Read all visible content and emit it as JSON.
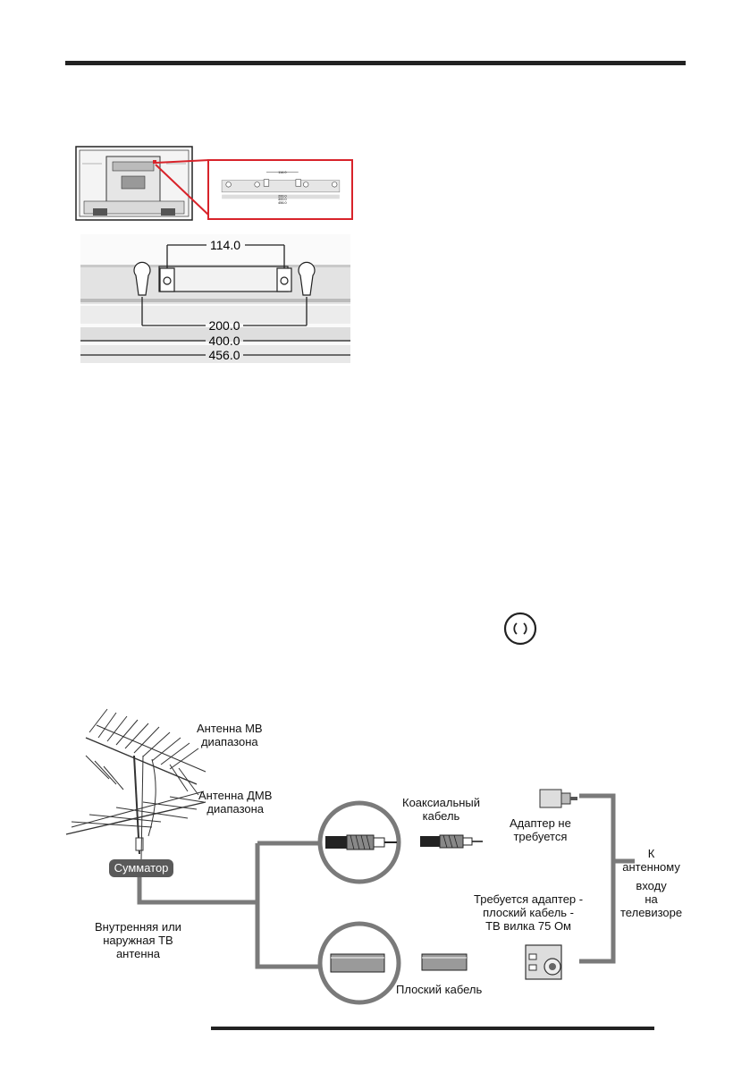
{
  "mount_drawing": {
    "dims": [
      "114.0",
      "200.0",
      "400.0",
      "456.0"
    ],
    "thumb_dims": [
      "114.0",
      "200.0",
      "400.0",
      "456.0"
    ]
  },
  "antenna_diagram": {
    "mv_antenna": [
      "Антенна МВ",
      "диапазона"
    ],
    "dmv_antenna": [
      "Антенна ДМВ",
      "диапазона"
    ],
    "summator": "Сумматор",
    "tv_antenna": [
      "Внутренняя или",
      "наружная ТВ",
      "антенна"
    ],
    "coax_cable": [
      "Коаксиальный",
      "кабель"
    ],
    "no_adapter": [
      "Адаптер не",
      "требуется"
    ],
    "adapter_required": [
      "Требуется адаптер -",
      "плоский кабель -",
      "ТВ вилка 75 Ом"
    ],
    "flat_cable": "Плоский кабель",
    "tv_input": [
      "К",
      "антенному",
      "входу",
      "на",
      "телевизоре"
    ]
  },
  "colors": {
    "callout": "#d8232a",
    "cable_gray": "#7a7a7a"
  },
  "icons": [
    "power-icon"
  ]
}
